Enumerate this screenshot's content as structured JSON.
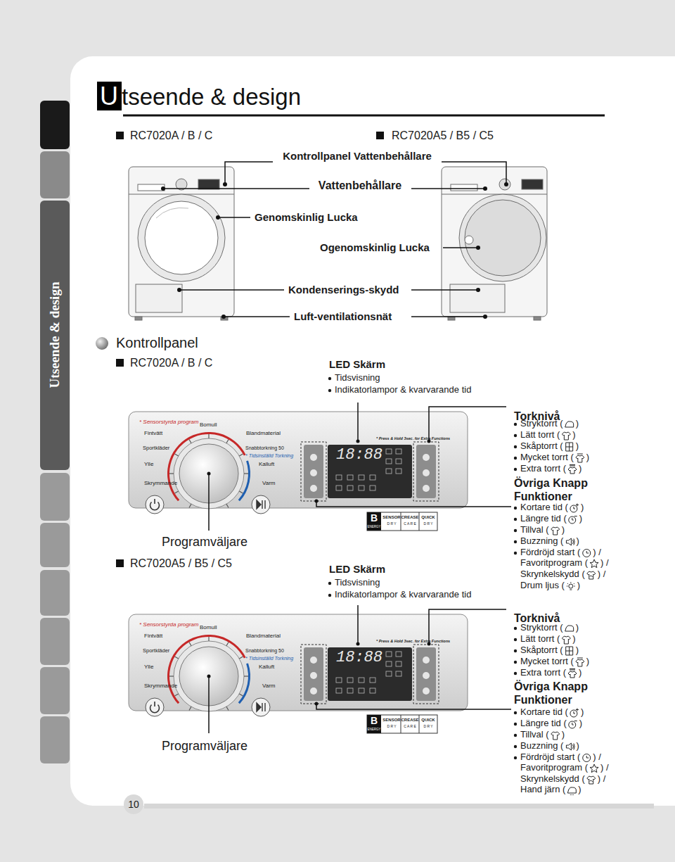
{
  "diagram": {
    "title": "Utseende & design",
    "labels": [
      "RC7020A / B / C",
      "RC7020A5 / B5 / C5",
      "Kontrollpanel Vattenbehållare",
      "Vattenbehållare",
      "Genomskinlig Lucka",
      "Ogenomskinlig Lucka",
      "Kondenserings-skydd",
      "Luft-ventilationsnät",
      "Utseende & design",
      "Kontrollpanel",
      "RC7020A / B / C",
      "LED Skärm",
      "Tidsvisning",
      "Indikatorlampor & kvarvarande tid",
      "* Sensorstyrda program",
      "Fintvätt",
      "Bomull",
      "Blandmaterial",
      "Sportkläder",
      "Snabbtorkning 50",
      "* Tidsinställd Torkning",
      "Ylle",
      "Kalluft",
      "Skrymmande",
      "Varm",
      "* Press & Hold 3sec. for Extra Functions",
      "18:88",
      "B",
      "ENERGY",
      "SENSOR",
      "D R Y",
      "CREASE",
      "C A R E",
      "QUICK",
      "D R Y",
      "Torknivå",
      "Stryktorrt (",
      ")",
      "Lätt torrt (",
      ")",
      "Skåptorrt (",
      ")",
      "Mycket torrt (",
      ")",
      "Extra torrt (",
      ")",
      "Övriga Knapp Funktioner",
      "Kortare tid (",
      ")",
      "Längre tid (",
      ")",
      "Tillval (",
      ")",
      "Buzzning (",
      ")",
      "Fördröjd start (",
      ") /",
      "Favoritprogram (",
      ") /",
      "Skrynkelskydd (",
      ") /",
      "Drum ljus (",
      ")",
      "Programväljare",
      "RC7020A5 / B5 / C5",
      "LED Skärm",
      "Tidsvisning",
      "Indikatorlampor & kvarvarande tid",
      "* Sensorstyrda program",
      "Fintvätt",
      "Bomull",
      "Blandmaterial",
      "Sportkläder",
      "Snabbtorkning 50",
      "* Tidsinställd Torkning",
      "Ylle",
      "Kalluft",
      "Skrymmande",
      "Varm",
      "* Press & Hold 3sec. for Extra Functions",
      "18:88",
      "B",
      "ENERGY",
      "SENSOR",
      "D R Y",
      "CREASE",
      "C A R E",
      "QUICK",
      "D R Y",
      "Torknivå",
      "Stryktorrt (",
      ")",
      "Lätt torrt (",
      ")",
      "Skåptorrt (",
      ")",
      "Mycket torrt (",
      ")",
      "Extra torrt (",
      ")",
      "Övriga Knapp Funktioner",
      "Kortare tid (",
      ")",
      "Längre tid (",
      ")",
      "Tillval (",
      ")",
      "Buzzning (",
      ")",
      "Fördröjd start (",
      ") /",
      "Favoritprogram (",
      ") /",
      "Skrynkelskydd (",
      ") /",
      "Hand järn (",
      ")",
      "Programväljare",
      "10"
    ]
  }
}
